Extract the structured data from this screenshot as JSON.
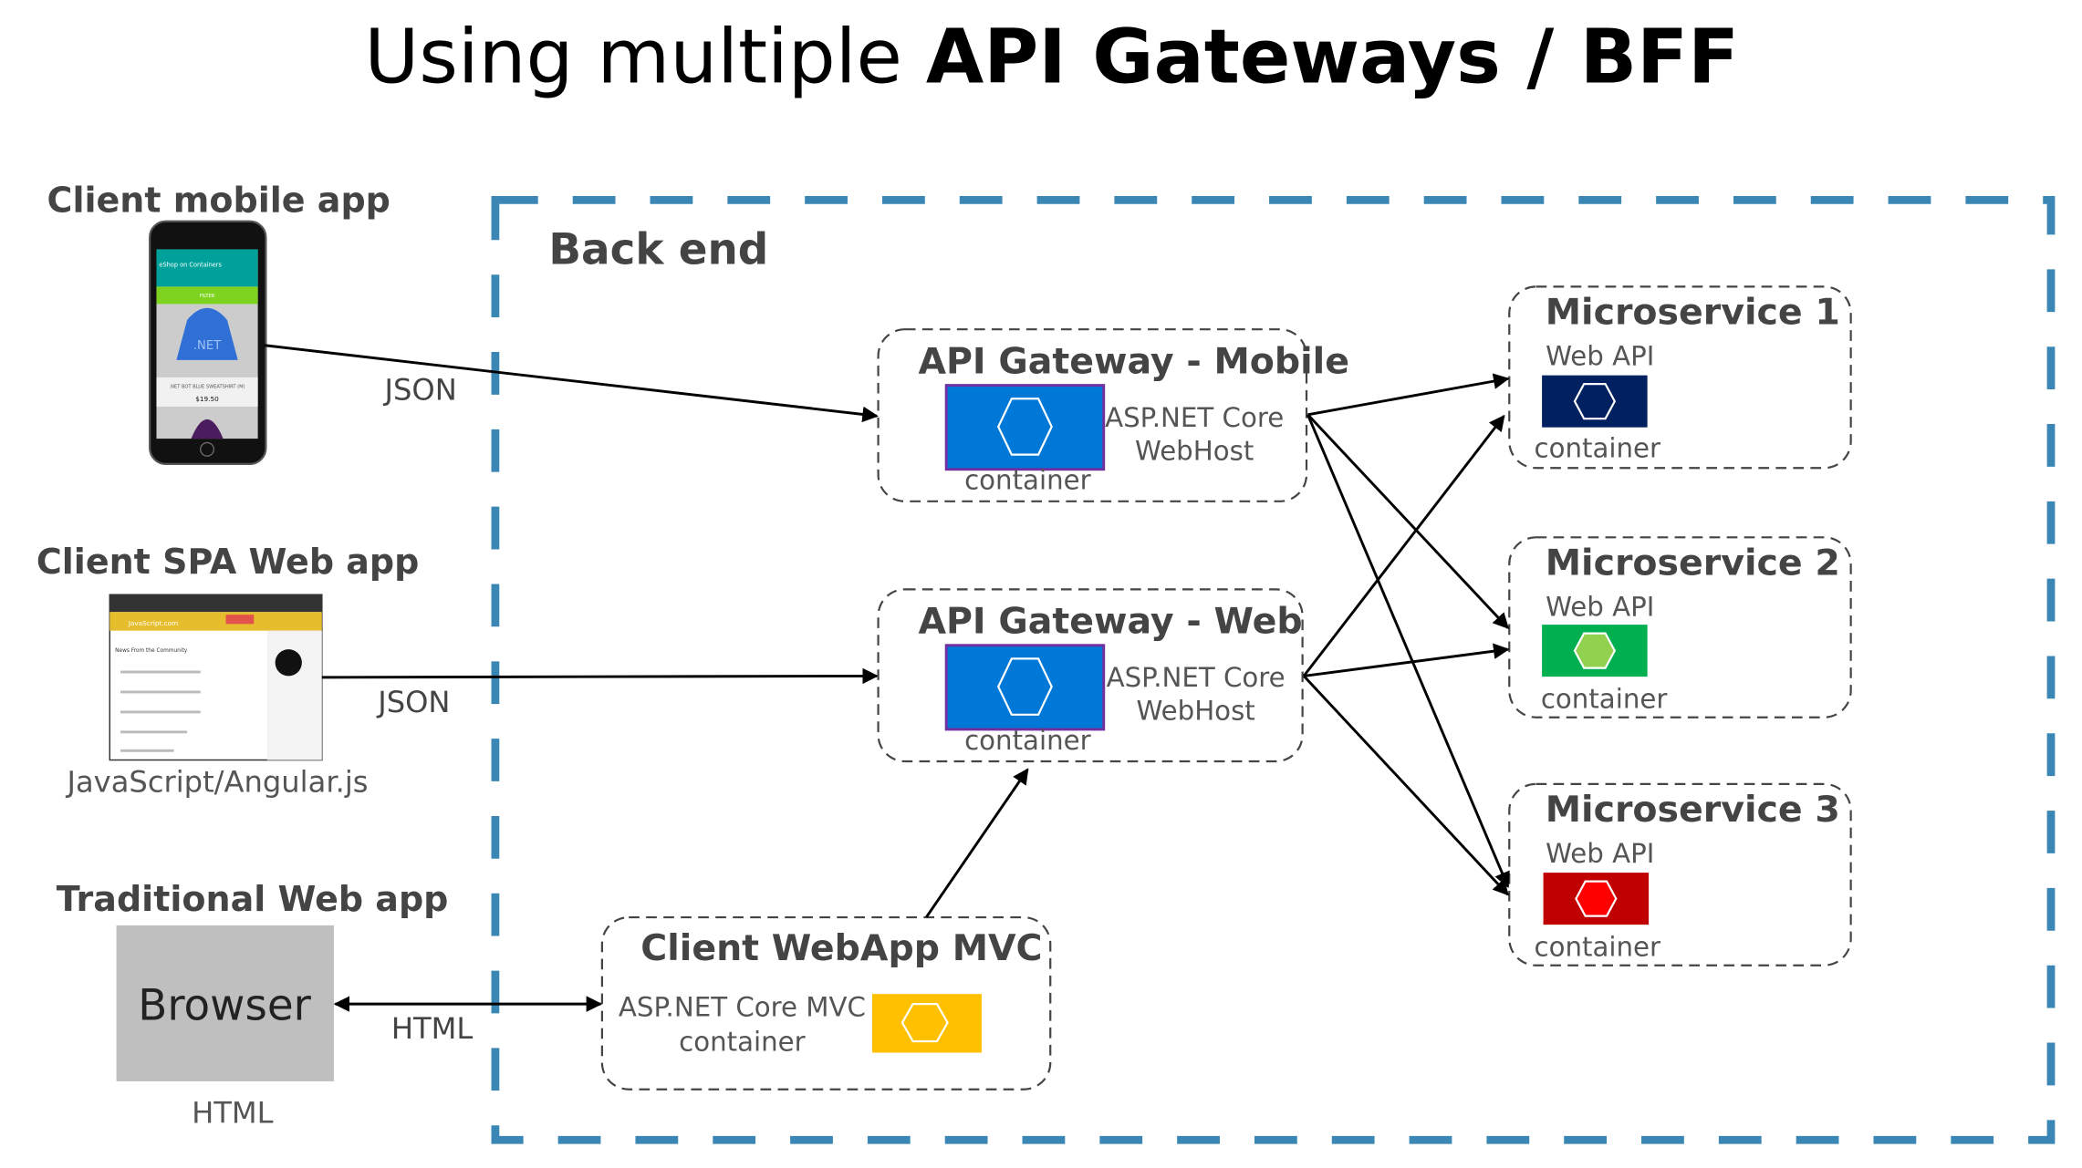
{
  "title": {
    "normal": "Using multiple ",
    "bold": "API Gateways / BFF"
  },
  "backend": {
    "label": "Back end",
    "border_color": "#3a87b5"
  },
  "clients": {
    "mobile": {
      "label": "Client mobile app",
      "protocol": "JSON",
      "screen": {
        "app_title": "eShop on Containers",
        "filter": "FILTER",
        "product": ".NET BOT BLUE SWEATSHIRT (M)",
        "price": "$19.50",
        "logo": ".NET"
      }
    },
    "spa": {
      "label": "Client SPA Web app",
      "protocol": "JSON",
      "caption": "JavaScript/Angular.js",
      "screen": {
        "site": "JavaScript.com",
        "heading": "News From the Community"
      }
    },
    "traditional": {
      "label": "Traditional Web app",
      "browser": "Browser",
      "caption": "HTML",
      "protocol": "HTML"
    }
  },
  "gateways": [
    {
      "title": "API Gateway - Mobile",
      "host_line1": "ASP.NET Core",
      "host_line2": "WebHost",
      "container": "container",
      "color": "#0078d7",
      "bracket_color": "#7030a0"
    },
    {
      "title": "API Gateway - Web",
      "host_line1": "ASP.NET Core",
      "host_line2": "WebHost",
      "container": "container",
      "color": "#0078d7",
      "bracket_color": "#7030a0"
    }
  ],
  "mvc": {
    "title": "Client WebApp MVC",
    "line1": "ASP.NET Core MVC",
    "line2": "container",
    "color": "#ffc000"
  },
  "microservices": [
    {
      "title": "Microservice 1",
      "api": "Web API",
      "container": "container",
      "color": "#002060",
      "hex_color": "#002060"
    },
    {
      "title": "Microservice 2",
      "api": "Web API",
      "container": "container",
      "color": "#00b050",
      "hex_color": "#92d050"
    },
    {
      "title": "Microservice 3",
      "api": "Web API",
      "container": "container",
      "color": "#c00000",
      "hex_color": "#ff0000"
    }
  ]
}
